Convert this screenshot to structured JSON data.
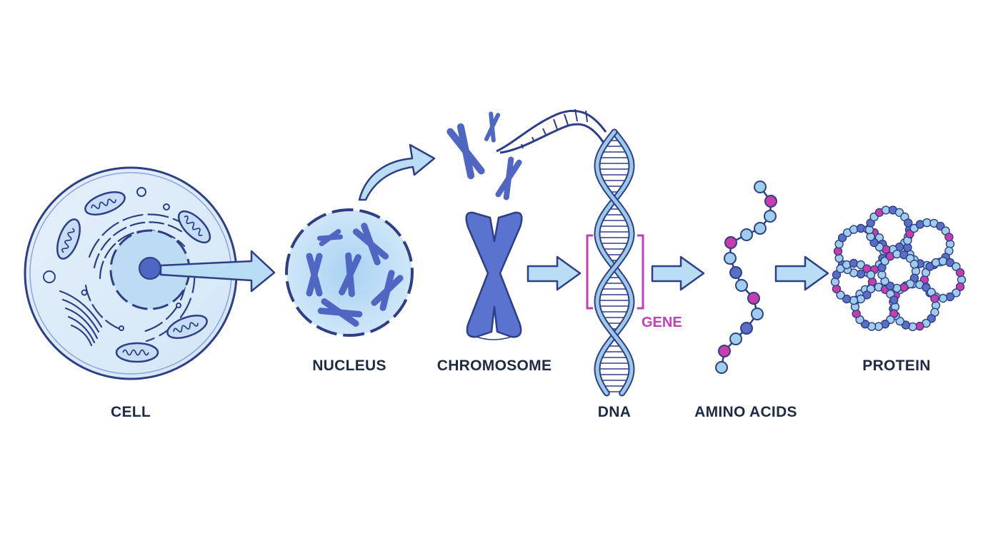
{
  "labels": {
    "cell": "CELL",
    "nucleus": "NUCLEUS",
    "chromosome": "CHROMOSOME",
    "dna": "DNA",
    "gene": "GENE",
    "amino_acids": "AMINO ACIDS",
    "protein": "PROTEIN"
  },
  "colors": {
    "outline": "#2e3f86",
    "cell_fill": "#dcebfa",
    "nucleus_fill": "#b9d9f4",
    "chromosome": "#5a73cf",
    "helix": "#9cc8ea",
    "arrow_fill": "#b9ddf5",
    "gene_bracket": "#c23fb3",
    "bead_light": "#9fcdec",
    "bead_dark": "#5a6fc4",
    "bead_magenta": "#c93cae",
    "label_text": "#1f2a44"
  }
}
